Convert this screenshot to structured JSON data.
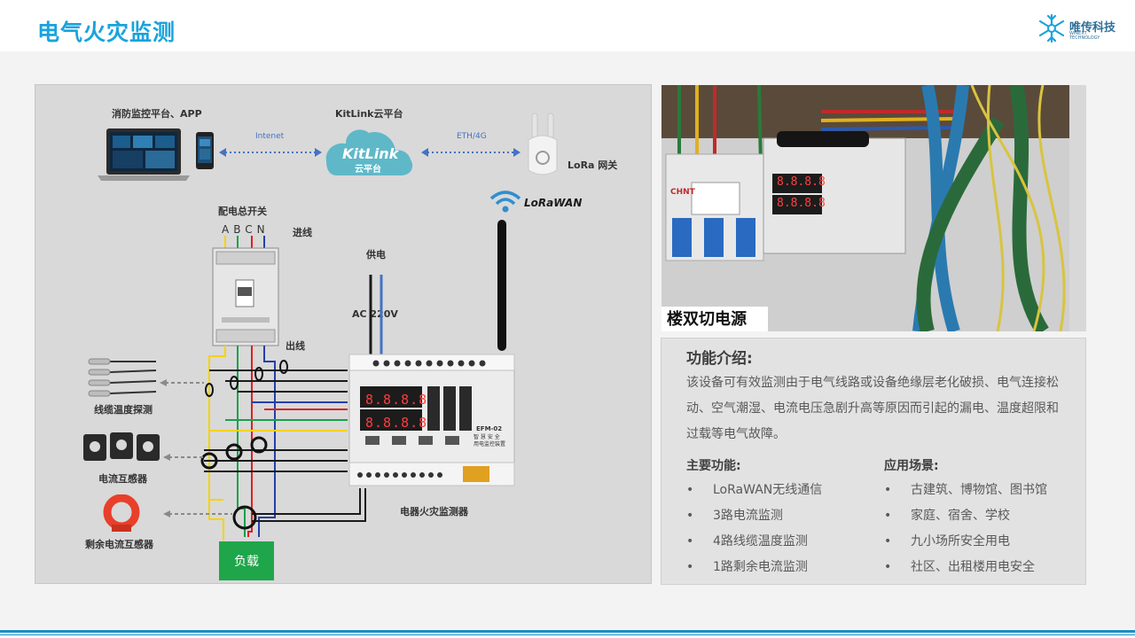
{
  "page": {
    "title": "电气火灾监测"
  },
  "logo": {
    "name": "唯传科技",
    "sub": "WINEXT TECHNOLOGY"
  },
  "diagram": {
    "platform_label": "消防监控平台、APP",
    "cloud_label": "KitLink云平台",
    "cloud_logo_text": "KitLink",
    "cloud_logo_sub": "云平台",
    "link_internet": "Intenet",
    "link_eth": "ETH/4G",
    "gateway_label": "LoRa 网关",
    "lorawan_logo": "LoRaWAN",
    "main_switch_label": "配电总开关",
    "phase_labels": [
      "A",
      "B",
      "C",
      "N"
    ],
    "incoming_label": "进线",
    "outgoing_label": "出线",
    "power_label": "供电",
    "voltage_label": "AC 220V",
    "temp_probe_label": "线缆温度探测",
    "ct_label": "电流互感器",
    "rcd_label": "剩余电流互感器",
    "device_label": "电器火灾监测器",
    "device_model": "EFM-02",
    "device_caption": "智 慧 安 全\n用电监控装置",
    "device_display_1": "8.8.8.8",
    "device_display_2": "8.8.8.8",
    "load_label": "负载"
  },
  "photo": {
    "sign_text": "楼双切电源",
    "meter_text_1": "8.8.8.8",
    "meter_text_2": "8.8.8.8",
    "breaker_brand": "CHNT"
  },
  "info": {
    "title": "功能介绍:",
    "description": "该设备可有效监测由于电气线路或设备绝缘层老化破损、电气连接松动、空气潮湿、电流电压急剧升高等原因而引起的漏电、温度超限和过载等电气故障。",
    "features_heading": "主要功能:",
    "features": [
      "LoRaWAN无线通信",
      "3路电流监测",
      "4路线缆温度监测",
      "1路剩余电流监测"
    ],
    "scenarios_heading": "应用场景:",
    "scenarios": [
      "古建筑、博物馆、图书馆",
      "家庭、宿舍、学校",
      "九小场所安全用电",
      "社区、出租楼用电安全"
    ]
  },
  "colors": {
    "title_blue": "#1aa3dc",
    "wire_yellow": "#f5d300",
    "wire_green": "#19a04a",
    "wire_red": "#e02020",
    "wire_blue": "#2340a8",
    "wire_black": "#1a1a1a",
    "load_green": "#1fa64a",
    "rcd_red": "#e8402a",
    "dash_blue": "#4472c4"
  },
  "icons": [
    "laptop-icon",
    "phone-icon",
    "cloud-icon",
    "gateway-icon",
    "wifi-icon",
    "antenna-icon",
    "temperature-probe-icon",
    "current-transformer-icon",
    "residual-current-transformer-icon",
    "breaker-icon",
    "monitor-device-icon"
  ]
}
